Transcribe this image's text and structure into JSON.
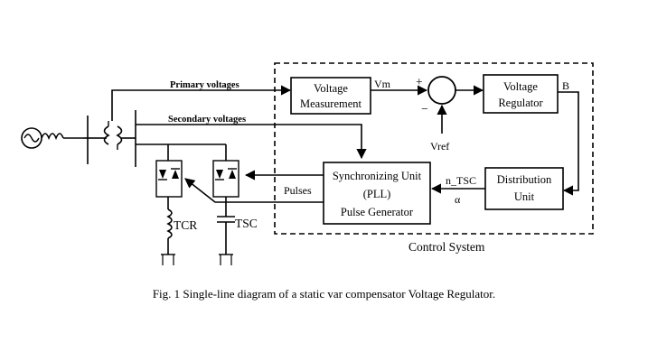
{
  "diagram": {
    "blocks": {
      "voltage_measurement": {
        "line1": "Voltage",
        "line2": "Measurement"
      },
      "voltage_regulator": {
        "line1": "Voltage",
        "line2": "Regulator"
      },
      "distribution_unit": {
        "line1": "Distribution",
        "line2": "Unit"
      },
      "sync_unit": {
        "line1": "Synchronizing Unit",
        "line2": "(PLL)",
        "line3": "Pulse Generator"
      }
    },
    "signals": {
      "primary": "Primary voltages",
      "secondary": "Secondary voltages",
      "vm": "Vm",
      "b": "B",
      "vref": "Vref",
      "plus": "+",
      "minus": "−",
      "n_tsc": "n_TSC",
      "alpha": "α",
      "pulses": "Pulses"
    },
    "components": {
      "tcr": "TCR",
      "tsc": "TSC"
    },
    "control_system_label": "Control System"
  },
  "caption": "Fig. 1 Single-line diagram of a static var compensator Voltage Regulator."
}
